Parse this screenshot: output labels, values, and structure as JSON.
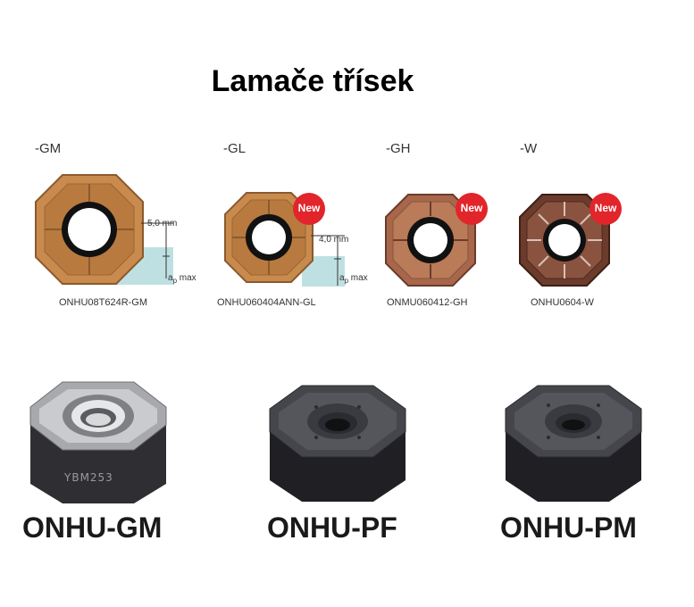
{
  "page": {
    "title": "Lamače třísek"
  },
  "breakers": [
    {
      "code": "-GM",
      "caption": "ONHU08T624R-GM",
      "dimension": "5,0 mm",
      "depth_label": "a",
      "depth_sub": "p",
      "depth_suffix": " max",
      "new": ""
    },
    {
      "code": "-GL",
      "caption": "ONHU060404ANN-GL",
      "dimension": "4,0 mm",
      "depth_label": "a",
      "depth_sub": "p",
      "depth_suffix": " max",
      "new": "New"
    },
    {
      "code": "-GH",
      "caption": "ONMU060412-GH",
      "new": "New"
    },
    {
      "code": "-W",
      "caption": "ONHU0604-W",
      "new": "New"
    }
  ],
  "products": [
    {
      "name": "ONHU-GM",
      "engraving": "YBM253"
    },
    {
      "name": "ONHU-PF"
    },
    {
      "name": "ONHU-PM"
    }
  ],
  "colors": {
    "gold": "#c98a4e",
    "copper": "#a8674a",
    "dark_copper": "#6b3b2c",
    "new_badge": "#e1252b",
    "coolant": "#bfe0e3",
    "dark_insert": "#3a3a3d"
  }
}
